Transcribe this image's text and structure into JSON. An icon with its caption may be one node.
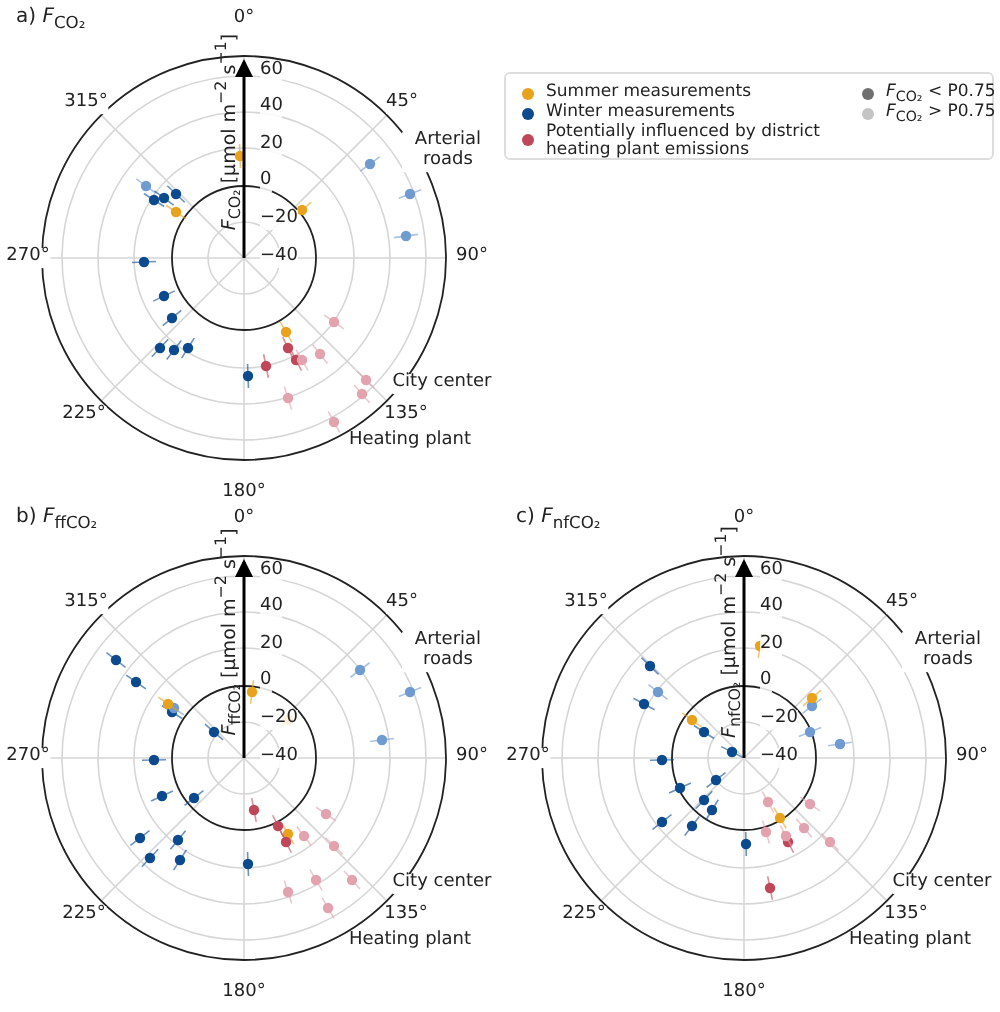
{
  "diagram": {
    "labels": [
      "a) *F*$_{CO₂}$",
      "0°",
      "45°",
      "90°",
      "135°",
      "180°",
      "225°",
      "270°",
      "315°",
      "60",
      "40",
      "20",
      "0",
      "−20",
      "−40",
      "*F*$_{CO₂}$ [μmol m$^{−2}$ s$^{−1}$]",
      "Arterial roads",
      "City center",
      "Heating plant",
      "b) *F*$_{ffCO₂}$",
      "0°",
      "45°",
      "90°",
      "135°",
      "180°",
      "225°",
      "270°",
      "315°",
      "60",
      "40",
      "20",
      "0",
      "−20",
      "−40",
      "*F*$_{ffCO₂}$ [μmol m$^{−2}$ s$^{−1}$]",
      "Arterial roads",
      "City center",
      "Heating plant",
      "c) *F*$_{nfCO₂}$",
      "0°",
      "45°",
      "90°",
      "135°",
      "180°",
      "225°",
      "270°",
      "315°",
      "60",
      "40",
      "20",
      "0",
      "−20",
      "−40",
      "*F*$_{nfCO₂}$ [μmol m$^{−2}$ s$^{−1}$]",
      "Arterial roads",
      "City center",
      "Heating plant"
    ],
    "legend": [
      {
        "text": "Summer measurements",
        "color": "#e8a21c"
      },
      {
        "text": "Winter measurements",
        "color": "#0b4a8f"
      },
      {
        "text": "Potentially influenced by district heating plant emissions",
        "color": "#c0475a"
      },
      {
        "text": "*F*$_{CO₂}$ < P0.75",
        "color": "#707070"
      },
      {
        "text": "*F*$_{CO₂}$ > P0.75",
        "color": "#c4c4c4"
      }
    ]
  }
}
